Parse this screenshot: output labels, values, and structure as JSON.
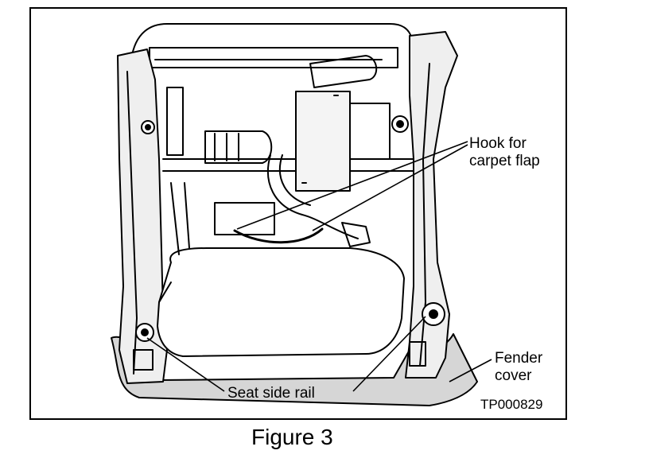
{
  "callouts": {
    "hook": [
      "Hook for",
      "carpet flap"
    ],
    "fender": [
      "Fender",
      "cover"
    ],
    "seat_rail": "Seat side rail"
  },
  "part_number": "TP000829",
  "caption": "Figure 3"
}
